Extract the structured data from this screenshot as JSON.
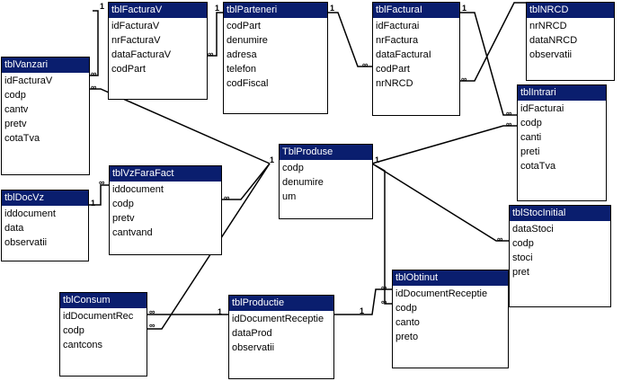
{
  "tables": {
    "tblFacturaV": {
      "title": "tblFacturaV",
      "fields": [
        "idFacturaV",
        "nrFacturaV",
        "dataFacturaV",
        "codPart"
      ]
    },
    "tblParteneri": {
      "title": "tblParteneri",
      "fields": [
        "codPart",
        "denumire",
        "adresa",
        "telefon",
        "codFiscal"
      ]
    },
    "tblFacturaI": {
      "title": "tblFacturaI",
      "fields": [
        "idFacturai",
        "nrFactura",
        "dataFacturaI",
        "codPart",
        "nrNRCD"
      ]
    },
    "tblNRCD": {
      "title": "tblNRCD",
      "fields": [
        "nrNRCD",
        "dataNRCD",
        "observatii"
      ]
    },
    "tblVanzari": {
      "title": "tblVanzari",
      "fields": [
        "idFacturaV",
        "codp",
        "cantv",
        "pretv",
        "cotaTva"
      ]
    },
    "tblIntrari": {
      "title": "tblIntrari",
      "fields": [
        "idFacturai",
        "codp",
        "canti",
        "preti",
        "cotaTva"
      ]
    },
    "TblProduse": {
      "title": "TblProduse",
      "fields": [
        "codp",
        "denumire",
        "um"
      ]
    },
    "tblVzFaraFact": {
      "title": "tblVzFaraFact",
      "fields": [
        "iddocument",
        "codp",
        "pretv",
        "cantvand"
      ]
    },
    "tblDocVz": {
      "title": "tblDocVz",
      "fields": [
        "iddocument",
        "data",
        "observatii"
      ]
    },
    "tblStocInitial": {
      "title": "tblStocInitial",
      "fields": [
        "dataStoci",
        "codp",
        "stoci",
        "pret"
      ]
    },
    "tblObtinut": {
      "title": "tblObtinut",
      "fields": [
        "idDocumentReceptie",
        "codp",
        "canto",
        "preto"
      ]
    },
    "tblConsum": {
      "title": "tblConsum",
      "fields": [
        "idDocumentRec",
        "codp",
        "cantcons"
      ]
    },
    "tblProductie": {
      "title": "tblProductie",
      "fields": [
        "idDocumentReceptie",
        "dataProd",
        "observatii"
      ]
    }
  },
  "colors": {
    "header_bg": "#0a1e6e",
    "header_text": "#ffffff",
    "line": "#000000"
  },
  "cardinality": {
    "one": "1",
    "many": "∞"
  }
}
